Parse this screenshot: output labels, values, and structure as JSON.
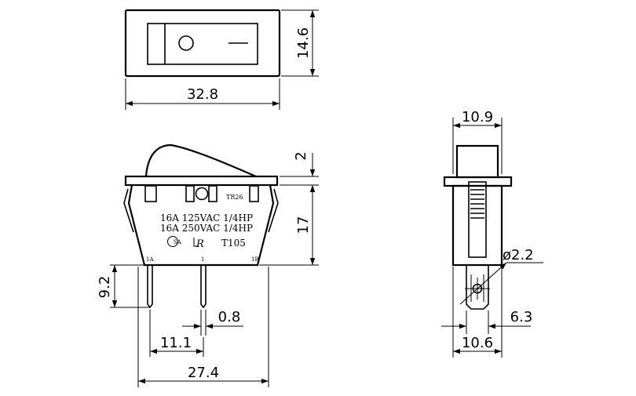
{
  "top_view": {
    "dim_width": "32.8",
    "dim_height": "14.6"
  },
  "front_view": {
    "dim_rocker_height": "2",
    "dim_body_height": "17",
    "dim_terminal_length": "9.2",
    "dim_terminal_thickness": "0.8",
    "dim_terminal_spacing": "11.1",
    "dim_terminal_span": "27.4",
    "model_code": "TR26",
    "rating_line_1": "16A 125VAC 1/4HP",
    "rating_line_2": "16A 250VAC 1/4HP",
    "csa_mark": "SA",
    "ul_mark": "R",
    "temp_rating": "T105",
    "terminal_left": "1A",
    "terminal_center": "1",
    "terminal_right": "1B"
  },
  "side_view": {
    "dim_top_width": "10.9",
    "dim_hole_diameter": "ø2.2",
    "dim_terminal_width": "6.3",
    "dim_bottom_width": "10.6"
  }
}
